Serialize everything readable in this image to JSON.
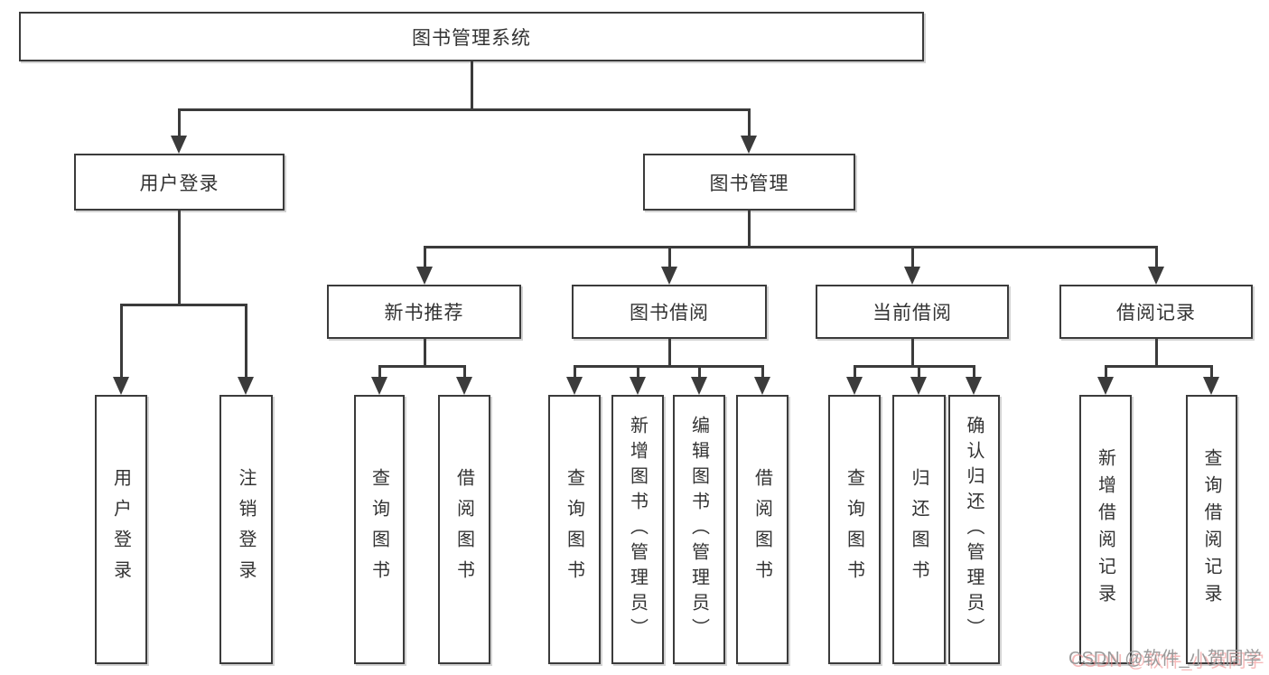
{
  "title": "图书管理系统",
  "nodes": {
    "root": "图书管理系统",
    "user_login": "用户登录",
    "book_mgmt": "图书管理",
    "new_book_rec": "新书推荐",
    "book_borrow": "图书借阅",
    "current_borrow": "当前借阅",
    "borrow_records": "借阅记录",
    "leaf_user_login": "用户登录",
    "leaf_logout": "注销登录",
    "leaf_query_book_1": "查询图书",
    "leaf_borrow_book_1": "借阅图书",
    "leaf_query_book_2": "查询图书",
    "leaf_add_book": "新增图书（管理员）",
    "leaf_edit_book": "编辑图书（管理员）",
    "leaf_borrow_book_2": "借阅图书",
    "leaf_query_book_3": "查询图书",
    "leaf_return_book": "归还图书",
    "leaf_confirm_return": "确认归还（管理员）",
    "leaf_add_record": "新增借阅记录",
    "leaf_query_record": "查询借阅记录"
  },
  "watermark": "CSDN @软件_小贺同学",
  "colors": {
    "line": "#3b3b3b",
    "text": "#333333",
    "box_fill": "#ffffff",
    "watermark_text": "#9b9b9b",
    "watermark_shadow": "#f08c8c"
  }
}
